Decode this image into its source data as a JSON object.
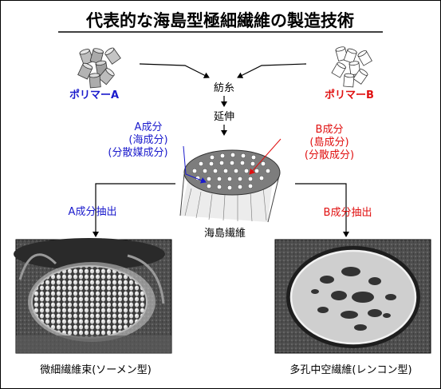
{
  "title": "代表的な海島型極細繊維の製造技術",
  "polymer_a": "ポリマーA",
  "polymer_b": "ポリマーB",
  "steps": {
    "spinning": "紡糸",
    "drawing": "延伸"
  },
  "component_a": {
    "name": "A成分",
    "role1": "(海成分)",
    "role2": "(分散媒成分)"
  },
  "component_b": {
    "name": "B成分",
    "role1": "(島成分)",
    "role2": "(分散成分)"
  },
  "fiber_label": "海島繊維",
  "extract_a": "A成分抽出",
  "extract_b": "B成分抽出",
  "result_left": "微細繊維束(ソーメン型)",
  "result_right": "多孔中空繊維(レンコン型)",
  "colors": {
    "blue": "#1a1acc",
    "red": "#e01010",
    "black": "#000000"
  },
  "icons": [
    "pellets-icon",
    "pellets-outline-icon",
    "fiber-cross-section-icon"
  ]
}
